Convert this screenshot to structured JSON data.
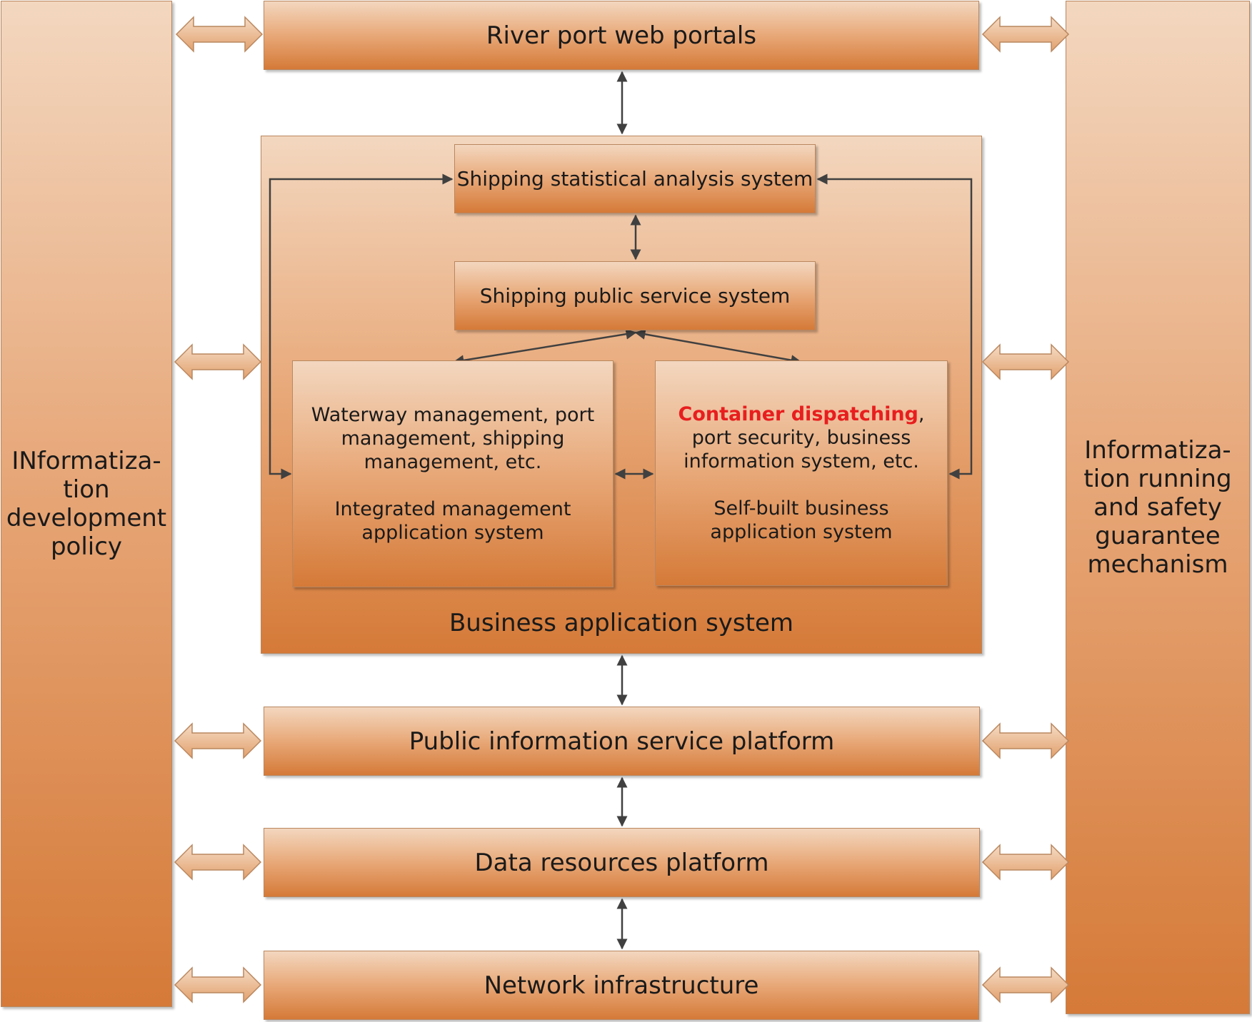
{
  "side": {
    "left": "INformatiza-\ntion\ndevelopment\npolicy",
    "right": "Informatiza-\ntion running\nand safety\nguarantee\nmechanism"
  },
  "layers": {
    "portal": "River port web portals",
    "public_platform": "Public information service platform",
    "data_platform": "Data resources platform",
    "network": "Network infrastructure"
  },
  "business": {
    "title": "Business application system",
    "statistical": "Shipping statistical analysis system",
    "public_service": "Shipping public service system",
    "integrated": {
      "desc": "Waterway management, port\nmanagement, shipping\nmanagement, etc.",
      "name": "Integrated management\napplication system"
    },
    "selfbuilt": {
      "highlight": "Container dispatching",
      "desc_rest": ",\nport security, business\ninformation system, etc.",
      "name": "Self-built business\napplication system"
    }
  },
  "colors": {
    "box_top": "#f3d7bf",
    "box_bottom": "#d57a38",
    "border": "#b9875f",
    "highlight": "#e81e1e",
    "connector": "#404040"
  }
}
